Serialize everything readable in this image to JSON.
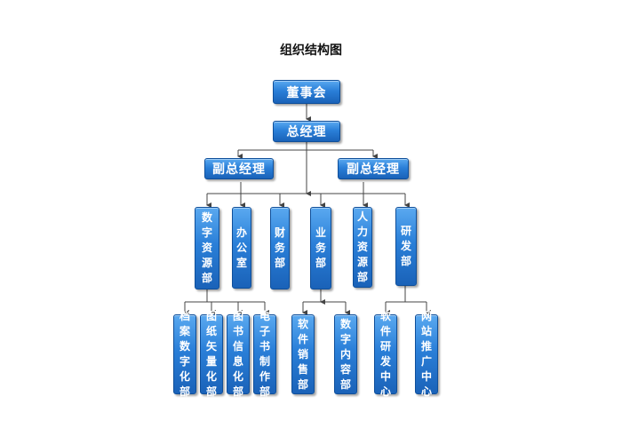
{
  "title": "组织结构图",
  "colors": {
    "node": "#2a7fd8",
    "line": "#444444"
  },
  "nodes": {
    "board": "董事会",
    "gm": "总经理",
    "vp_left": "副总经理",
    "vp_right": "副总经理",
    "dept_digital": "数字资源部",
    "dept_office": "办公室",
    "dept_finance": "财务部",
    "dept_business": "业务部",
    "dept_hr": "人力资源部",
    "dept_rnd": "研发部",
    "sub_archive": "档案数字化部",
    "sub_drawing": "图纸矢量化部",
    "sub_bookinfo": "图书信息化部",
    "sub_ebook": "电子书制作部",
    "sub_software_sales": "软件销售部",
    "sub_digital_content": "数字内容部",
    "sub_software_rnd": "软件研发中心",
    "sub_web_promo": "网站推广中心"
  }
}
